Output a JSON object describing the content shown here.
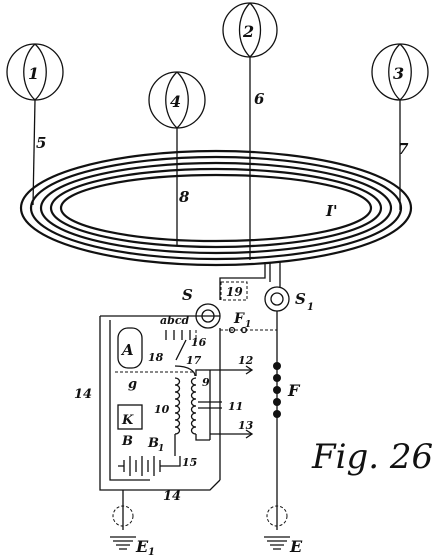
{
  "figure": {
    "caption": "Fig. 26.",
    "balloons": [
      {
        "id": "balloon-1",
        "label": "1"
      },
      {
        "id": "balloon-2",
        "label": "2"
      },
      {
        "id": "balloon-3",
        "label": "3"
      },
      {
        "id": "balloon-4",
        "label": "4"
      }
    ],
    "wire_labels": {
      "w5": "5",
      "w6": "6",
      "w7": "7",
      "w8": "8"
    },
    "coil_label": "I'",
    "labels": {
      "S": "S",
      "S1": "S",
      "S1_sub": "1",
      "F1": "F",
      "F1_sub": "1",
      "F": "F",
      "A": "A",
      "K": "K",
      "B": "B",
      "B1": "B",
      "B1_sub": "1",
      "abcd": "abcd",
      "n9": "9",
      "n10": "10",
      "n11": "11",
      "n12": "12",
      "n13": "13",
      "n14a": "14",
      "n14b": "14",
      "n15": "15",
      "n16": "16",
      "n17": "17",
      "n18": "18",
      "n19": "19",
      "g": "g",
      "nine_tr": "9",
      "E1": "E",
      "E1_sub": "1",
      "E": "E"
    }
  }
}
